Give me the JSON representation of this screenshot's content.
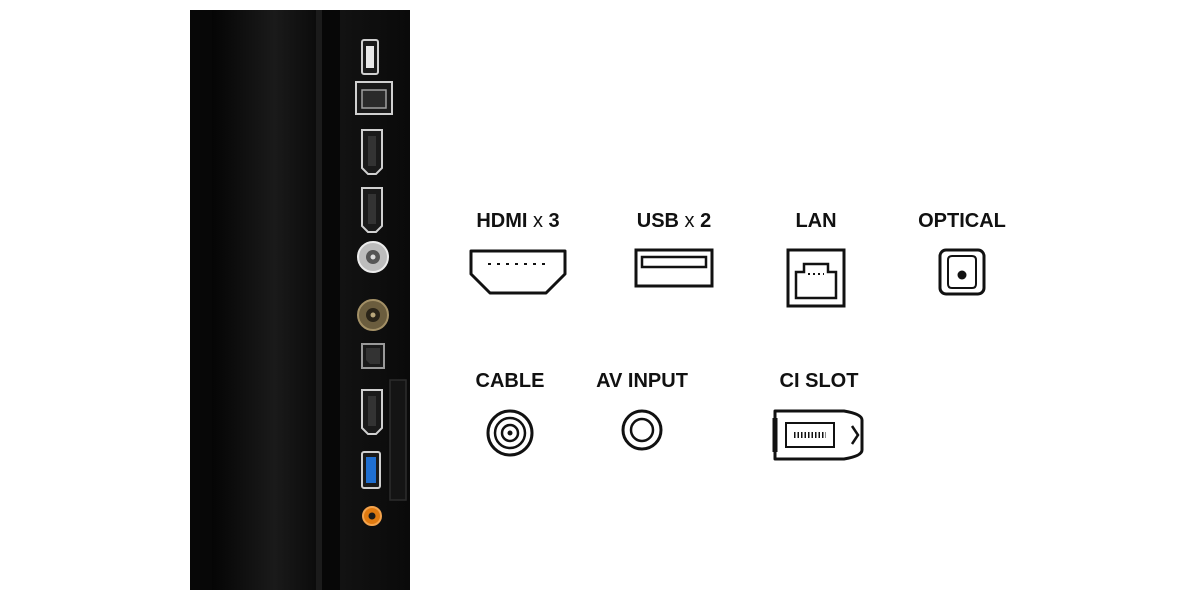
{
  "colors": {
    "panel_bg": "#0a0a0a",
    "icon_stroke": "#111111",
    "label": "#111111",
    "usb3_accent": "#1f6fd1",
    "av_accent": "#e07a10"
  },
  "ports": {
    "hdmi": {
      "name": "HDMI",
      "mult": "x",
      "count": "3"
    },
    "usb": {
      "name": "USB",
      "mult": "x",
      "count": "2"
    },
    "lan": {
      "label": "LAN"
    },
    "optical": {
      "label": "OPTICAL"
    },
    "cable": {
      "label": "CABLE"
    },
    "av_input": {
      "label": "AV INPUT"
    },
    "ci_slot": {
      "label": "CI SLOT"
    }
  },
  "panel_ports": [
    "usb-icon",
    "lan-icon",
    "hdmi-icon",
    "hdmi-icon",
    "cable-icon",
    "cable-icon",
    "optical-icon",
    "hdmi-icon",
    "usb-icon",
    "av-input-icon"
  ]
}
